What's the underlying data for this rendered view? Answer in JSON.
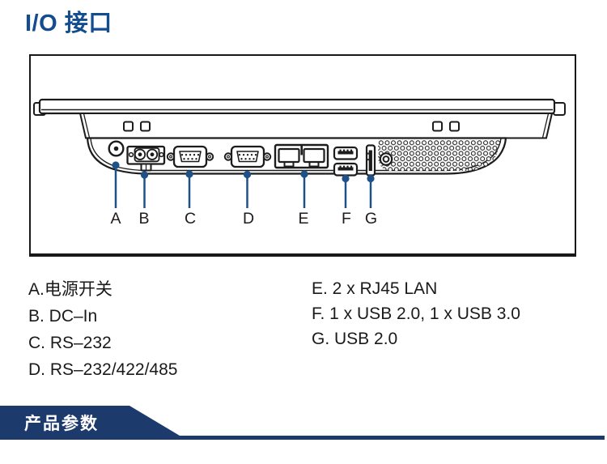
{
  "page": {
    "title": "I/O 接口",
    "background": "#ffffff"
  },
  "colors": {
    "title_blue": "#134d8d",
    "leader_blue": "#1f5189",
    "banner_navy": "#1d3a6c",
    "drawing_ink": "#1c1c1c"
  },
  "diagram": {
    "letters": [
      "A",
      "B",
      "C",
      "D",
      "E",
      "F",
      "G"
    ]
  },
  "legend": {
    "left": [
      "A.电源开关",
      "B. DC–In",
      "C. RS–232",
      "D. RS–232/422/485"
    ],
    "right": [
      "E. 2 x RJ45 LAN",
      "F. 1 x USB 2.0, 1 x USB 3.0",
      "G. USB 2.0"
    ]
  },
  "footer": {
    "banner_label": "产品参数"
  }
}
